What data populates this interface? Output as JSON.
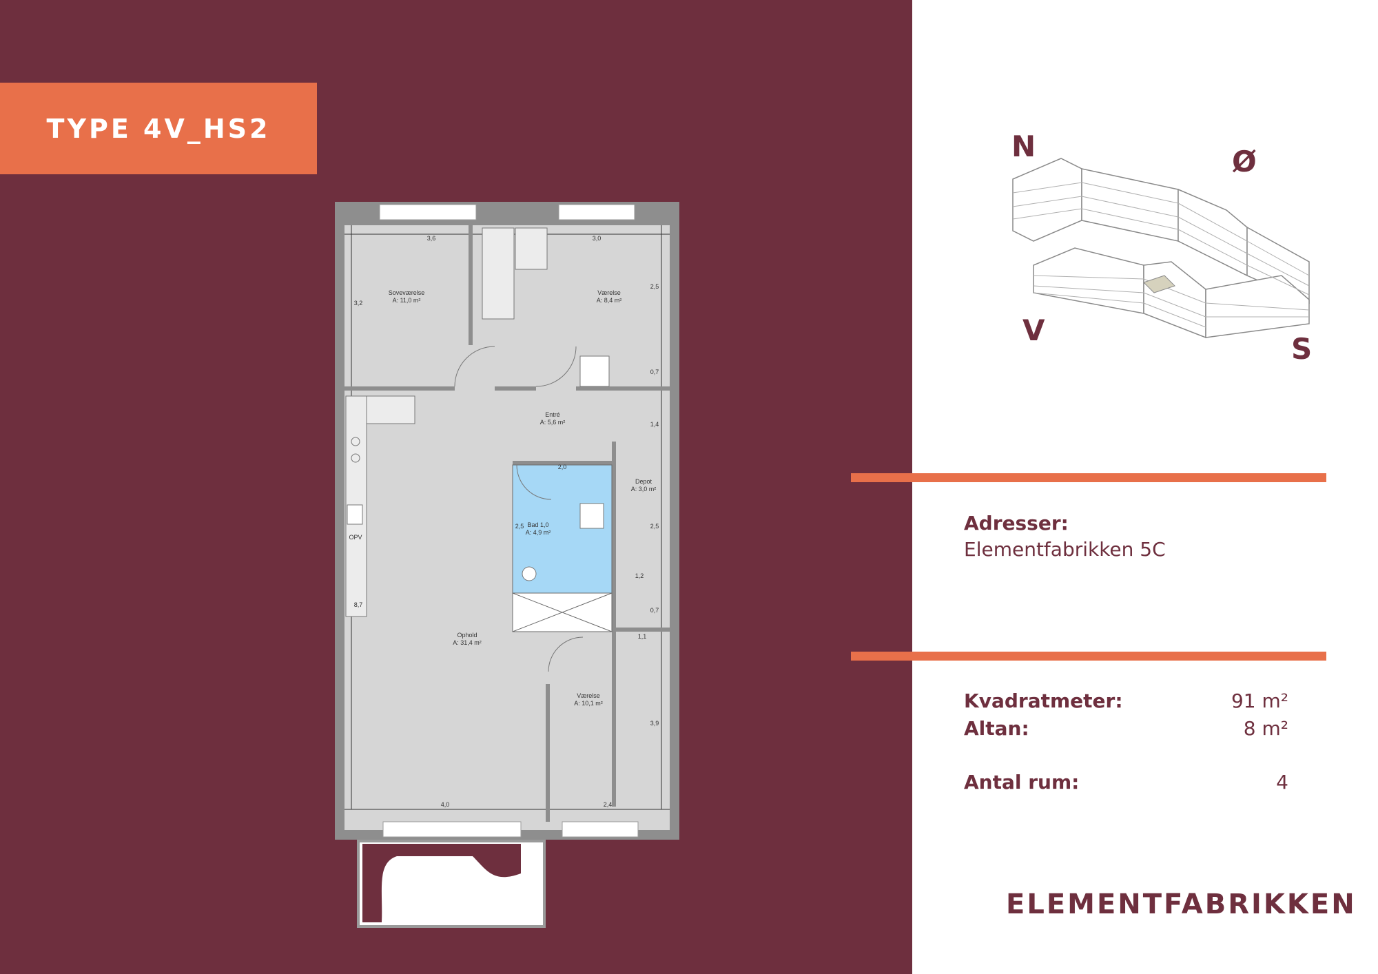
{
  "type_label": "TYPE 4V_HS2",
  "compass": {
    "n": "N",
    "o": "Ø",
    "v": "V",
    "s": "S"
  },
  "address": {
    "label": "Adresser:",
    "value": "Elementfabrikken 5C"
  },
  "stats": [
    {
      "label": "Kvadratmeter:",
      "value": "91 m²"
    },
    {
      "label": "Altan:",
      "value": "8 m²"
    },
    {
      "label": "Antal rum:",
      "value": "4"
    }
  ],
  "brand": "ELEMENTFABRIKKEN",
  "plan": {
    "rooms": [
      {
        "name": "Soveværelse",
        "area": "A: 11,0 m²"
      },
      {
        "name": "Værelse",
        "area": "A: 8,4 m²"
      },
      {
        "name": "Entré",
        "area": "A: 5,6 m²"
      },
      {
        "name": "Depot",
        "area": "A: 3,0 m²"
      },
      {
        "name": "Bad 1,0",
        "area": "A: 4,9 m²"
      },
      {
        "name": "Ophold",
        "area": "A: 31,4 m²"
      },
      {
        "name": "Værelse",
        "area": "A: 10,1 m²"
      }
    ],
    "dims": [
      "3,6",
      "3,0",
      "3,2",
      "2,5",
      "0,7",
      "1,4",
      "2,0",
      "2,5",
      "2,5",
      "1,2",
      "0,7",
      "1,1",
      "8,7",
      "3,9",
      "4,0",
      "2,4"
    ],
    "kitchen_label": "OPV"
  }
}
